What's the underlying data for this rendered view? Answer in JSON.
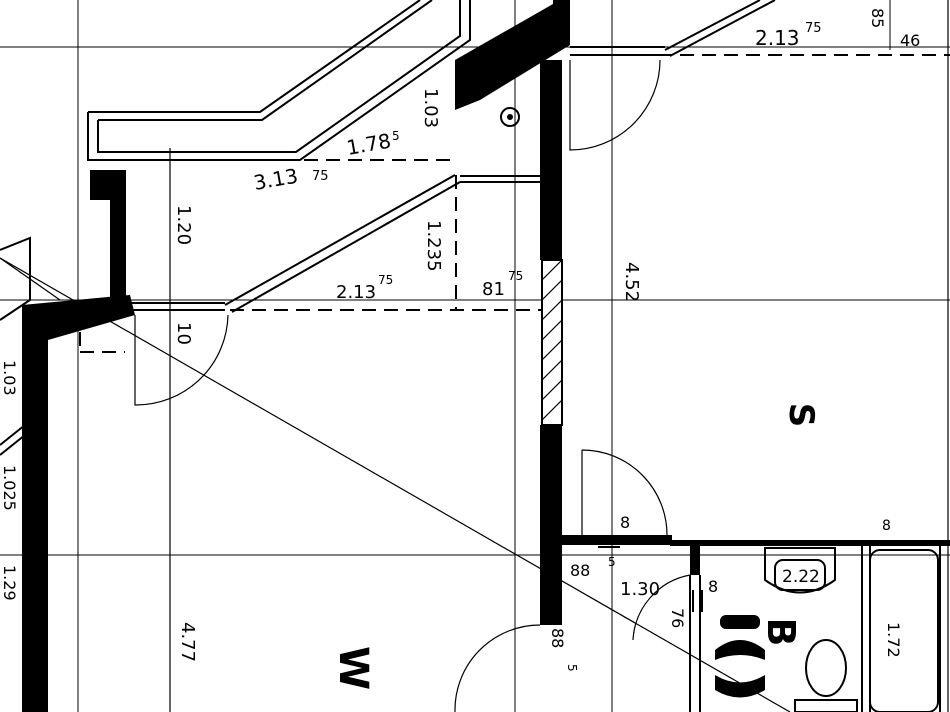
{
  "drawing": {
    "type": "architectural floor plan (scanned)",
    "rooms": [
      {
        "id": "S",
        "label": "S"
      },
      {
        "id": "W",
        "label": "W"
      },
      {
        "id": "B",
        "label": "B"
      }
    ],
    "dimensions": {
      "top_right_width": "2.13",
      "top_right_width_sup": "75",
      "top_right_small_a": "85",
      "top_right_small_b": "46",
      "balcony_depth": "1.03",
      "balcony_width": "1.78",
      "balcony_width_sup": "5",
      "diagonal_length": "3.13",
      "diagonal_length_sup": "75",
      "left_vertical": "1.20",
      "bay_height": "1.235",
      "bay_width": "2.13",
      "bay_width_sup": "75",
      "wall_segment": "81",
      "wall_segment_sup": "75",
      "door_left": "10",
      "room_s_depth": "4.52",
      "room_w_depth": "4.77",
      "door_s": "8",
      "door_s_width": "88",
      "door_s_width_sup": "5",
      "door_w_width": "88",
      "door_w_width_sup": "5",
      "bath_diag": "1.30",
      "bath_door": "8",
      "bath_passage": "76",
      "sink_width": "2.22",
      "bath_tub": "1.72",
      "bath_right": "8",
      "left_edge_a": "1.025",
      "left_edge_b": "1.29",
      "left_edge_c": "1.03"
    }
  }
}
